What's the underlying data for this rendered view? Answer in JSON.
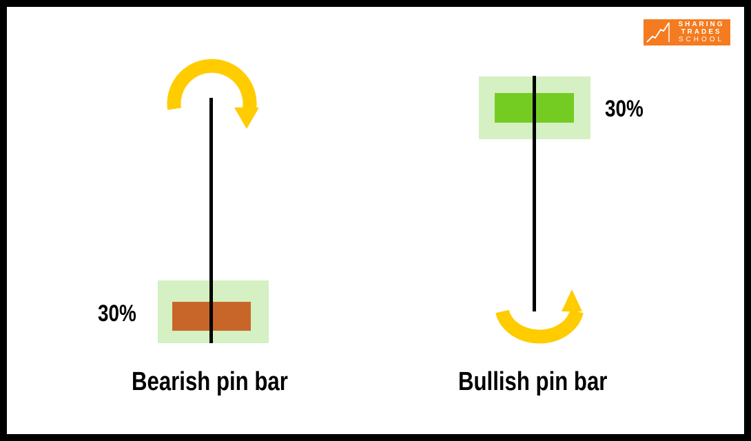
{
  "logo": {
    "line1": "SHARING",
    "line2": "TRADES",
    "line3": "SCHOOL",
    "color": "#f47b20"
  },
  "bearish": {
    "caption": "Bearish pin bar",
    "body_percent": "30%",
    "body_color": "#c8662a",
    "arrow": "reversal-arrow-down-icon"
  },
  "bullish": {
    "caption": "Bullish pin bar",
    "body_percent": "30%",
    "body_color": "#74cc22",
    "arrow": "reversal-arrow-up-icon"
  },
  "colors": {
    "highlight": "#d5f0c2",
    "arrow": "#ffcc00",
    "wick": "#000000"
  }
}
